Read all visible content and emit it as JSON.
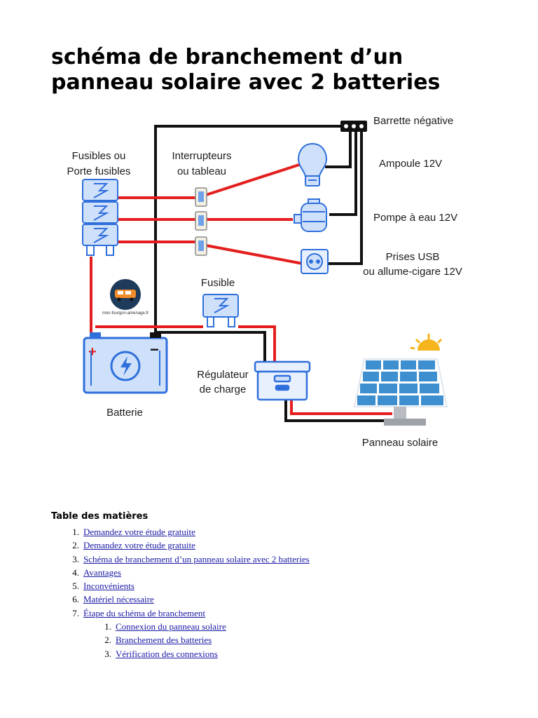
{
  "page": {
    "title": "schéma de branchement d’un panneau solaire avec 2 batteries"
  },
  "diagram": {
    "labels": {
      "fuses_line1": "Fusibles ou",
      "fuses_line2": "Porte fusibles",
      "switches_line1": "Interrupteurs",
      "switches_line2": "ou tableau",
      "negative_bar": "Barrette négative",
      "bulb": "Ampoule 12V",
      "pump": "Pompe à eau 12V",
      "usb_line1": "Prises USB",
      "usb_line2": "ou allume-cigare 12V",
      "single_fuse": "Fusible",
      "regulator_line1": "Régulateur",
      "regulator_line2": "de charge",
      "battery": "Batterie",
      "solar_panel": "Panneau solaire",
      "logo_caption": "mon-fourgon-amenage.fr"
    },
    "colors": {
      "positive_wire": "#e41e1e",
      "negative_wire": "#111111",
      "component_blue": "#2f6fdc",
      "component_light": "#cfe0fb",
      "panel_blue": "#3d8fd0",
      "sun": "#f6b51c"
    }
  },
  "toc": {
    "heading": "Table des matières",
    "items": [
      {
        "num": "1.",
        "label": "Demandez votre étude gratuite"
      },
      {
        "num": "2.",
        "label": "Demandez votre étude gratuite"
      },
      {
        "num": "3.",
        "label": "Schéma de branchement d’un panneau solaire avec 2 batteries"
      },
      {
        "num": "4.",
        "label": "Avantages"
      },
      {
        "num": "5.",
        "label": "Inconvénients"
      },
      {
        "num": "6.",
        "label": "Matériel nécessaire"
      },
      {
        "num": "7.",
        "label": "Étape du schéma de branchement"
      }
    ],
    "subitems": [
      {
        "num": "1.",
        "label": "Connexion du panneau solaire"
      },
      {
        "num": "2.",
        "label": "Branchement des batteries"
      },
      {
        "num": "3.",
        "label": "Vérification des connexions"
      }
    ]
  }
}
